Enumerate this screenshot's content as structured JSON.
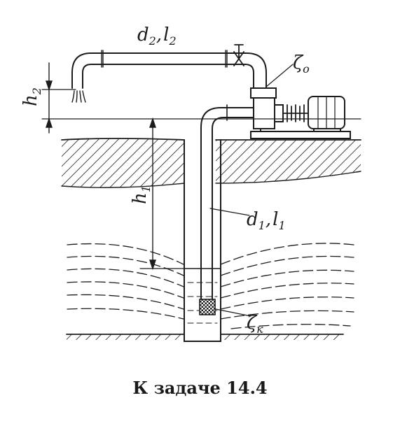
{
  "labels": {
    "d2": "d",
    "d2_sub": "2",
    "l2": "l",
    "l2_sub": "2",
    "zeta_o": "ζ",
    "zeta_o_sub": "o",
    "h2": "h",
    "h2_sub": "2",
    "h1": "h",
    "h1_sub": "1",
    "d1": "d",
    "d1_sub": "1",
    "l1": "l",
    "l1_sub": "1",
    "zeta_k": "ζ",
    "zeta_k_sub": "к"
  },
  "caption": "К задаче 14.4",
  "colors": {
    "ink": "#1c1c1c",
    "paper": "#ffffff"
  }
}
